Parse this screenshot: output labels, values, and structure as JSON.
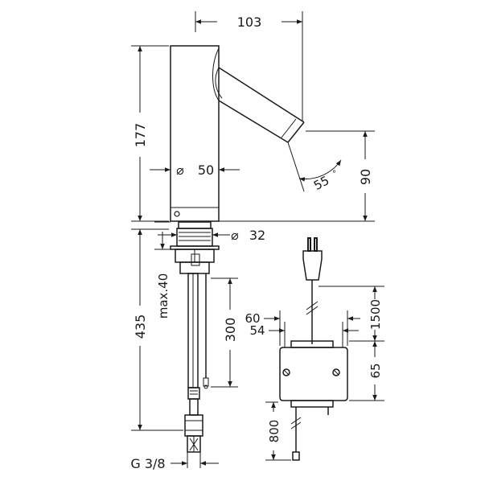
{
  "dimensions": {
    "spout_reach": "103",
    "height_body": "177",
    "body_diameter": "50",
    "spout_angle": "55",
    "spout_outlet_height": "90",
    "shank_diameter": "32",
    "total_length": "435",
    "max_counter_thickness": "max.40",
    "hose_length": "300",
    "box_width_outer": "60",
    "box_width_inner": "54",
    "plug_cable_length": "1500",
    "box_height": "65",
    "sensor_cable_length": "800",
    "thread_size": "G 3/8"
  },
  "symbols": {
    "diameter": "⌀"
  }
}
